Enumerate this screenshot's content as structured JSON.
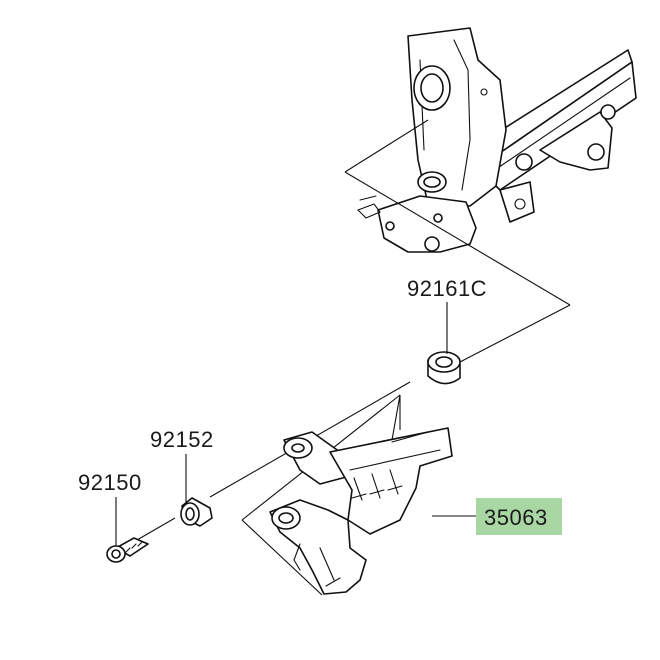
{
  "callouts": [
    {
      "id": "92161C",
      "text": "92161C",
      "highlighted": false
    },
    {
      "id": "92152",
      "text": "92152",
      "highlighted": false
    },
    {
      "id": "92150",
      "text": "92150",
      "highlighted": false
    },
    {
      "id": "35063",
      "text": "35063",
      "highlighted": true
    }
  ],
  "colors": {
    "highlight": "#a9d7a4",
    "ink": "#111111",
    "label": "#1a1a1a",
    "background": "#ffffff"
  }
}
